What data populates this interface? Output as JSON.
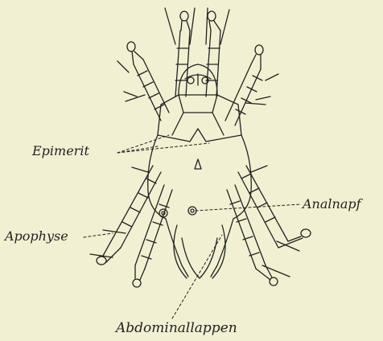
{
  "labels": {
    "epimerit": "Epimerit",
    "analnapf": "Analnapf",
    "apophyse": "Apophyse",
    "abdominallappen": "Abdominallappen"
  },
  "colors": {
    "background": "#f2f0d2",
    "ink": "#222222"
  }
}
